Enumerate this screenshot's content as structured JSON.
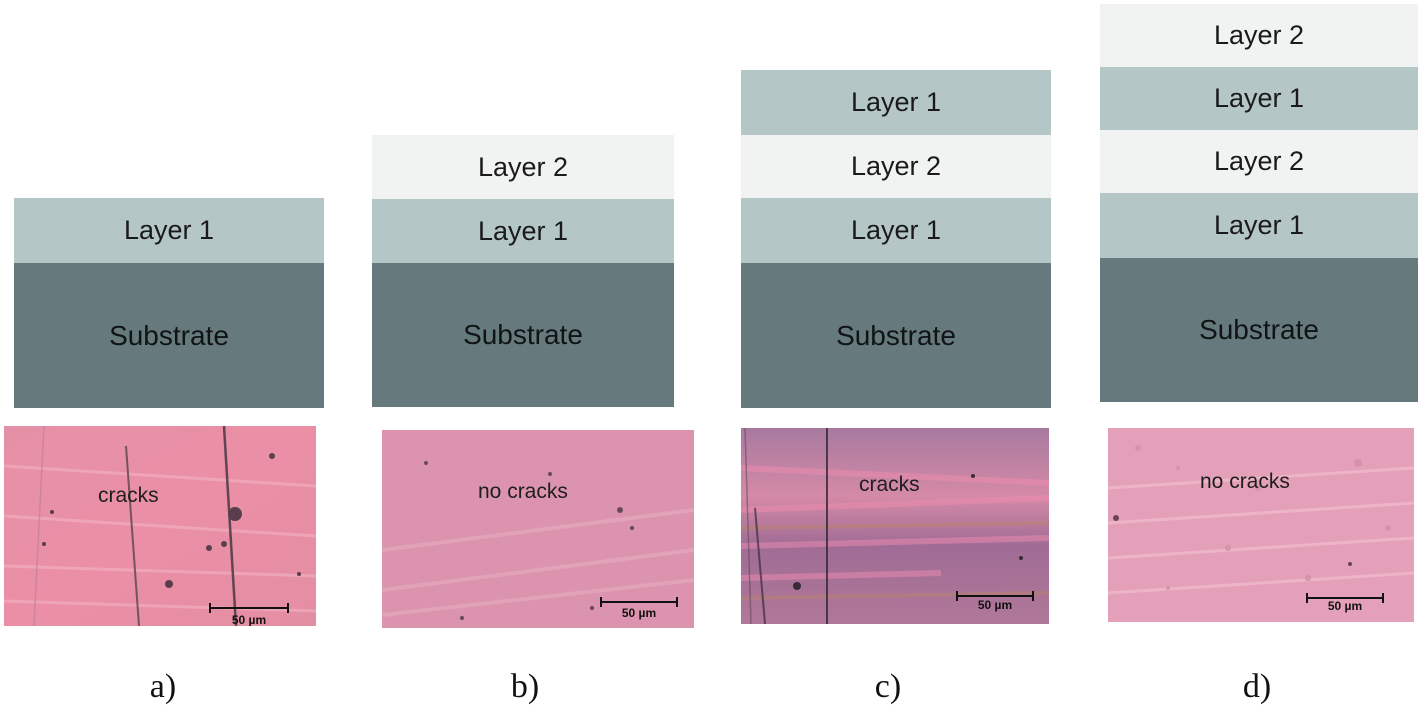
{
  "panels": [
    {
      "label": "a)",
      "layers": [
        "Layer 1"
      ],
      "substrate": "Substrate",
      "micro_label": "cracks",
      "scale_label": "50 µm"
    },
    {
      "label": "b)",
      "layers": [
        "Layer 2",
        "Layer 1"
      ],
      "substrate": "Substrate",
      "micro_label": "no cracks",
      "scale_label": "50 µm"
    },
    {
      "label": "c)",
      "layers": [
        "Layer 1",
        "Layer 2",
        "Layer 1"
      ],
      "substrate": "Substrate",
      "micro_label": "cracks",
      "scale_label": "50 µm"
    },
    {
      "label": "d)",
      "layers": [
        "Layer 2",
        "Layer 1",
        "Layer 2",
        "Layer 1"
      ],
      "substrate": "Substrate",
      "micro_label": "no cracks",
      "scale_label": "50 µm"
    }
  ],
  "colors": {
    "layer1": "#b5c6c7",
    "layer2": "#f1f3f3",
    "substrate": "#667a7e",
    "micrograph_pink": "#e28aa3",
    "micrograph_dark": "#9a6a92"
  }
}
